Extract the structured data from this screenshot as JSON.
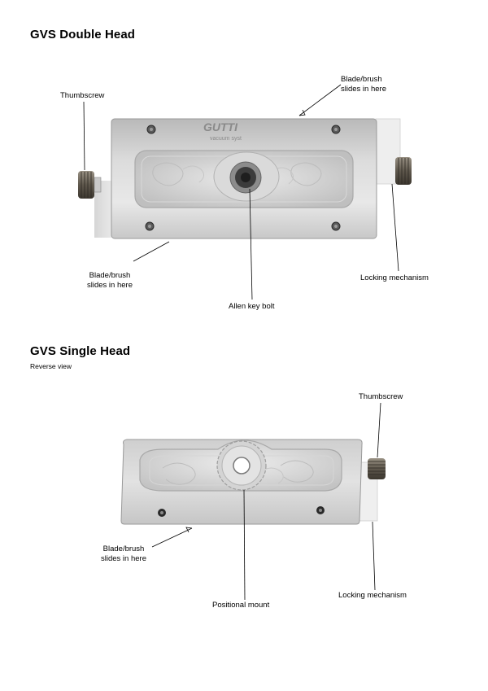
{
  "sections": [
    {
      "title": "GVS Double Head",
      "labels": {
        "thumbscrew": "Thumbscrew",
        "blade_top": "Blade/brush\nslides in here",
        "blade_bottom": "Blade/brush\nslides in here",
        "locking": "Locking mechanism",
        "allen": "Allen key bolt"
      },
      "brand_text": "GUTTI",
      "brand_sub": "vacuum syst"
    },
    {
      "title": "GVS Single Head",
      "subtitle": "Reverse view",
      "labels": {
        "thumbscrew": "Thumbscrew",
        "blade": "Blade/brush\nslides in here",
        "positional": "Positional mount",
        "locking": "Locking mechanism"
      }
    }
  ],
  "colors": {
    "metal_light": "#e4e4e4",
    "metal_mid": "#c4c4c4",
    "metal_dark": "#8d8d8d",
    "knob": "#6b6458"
  }
}
